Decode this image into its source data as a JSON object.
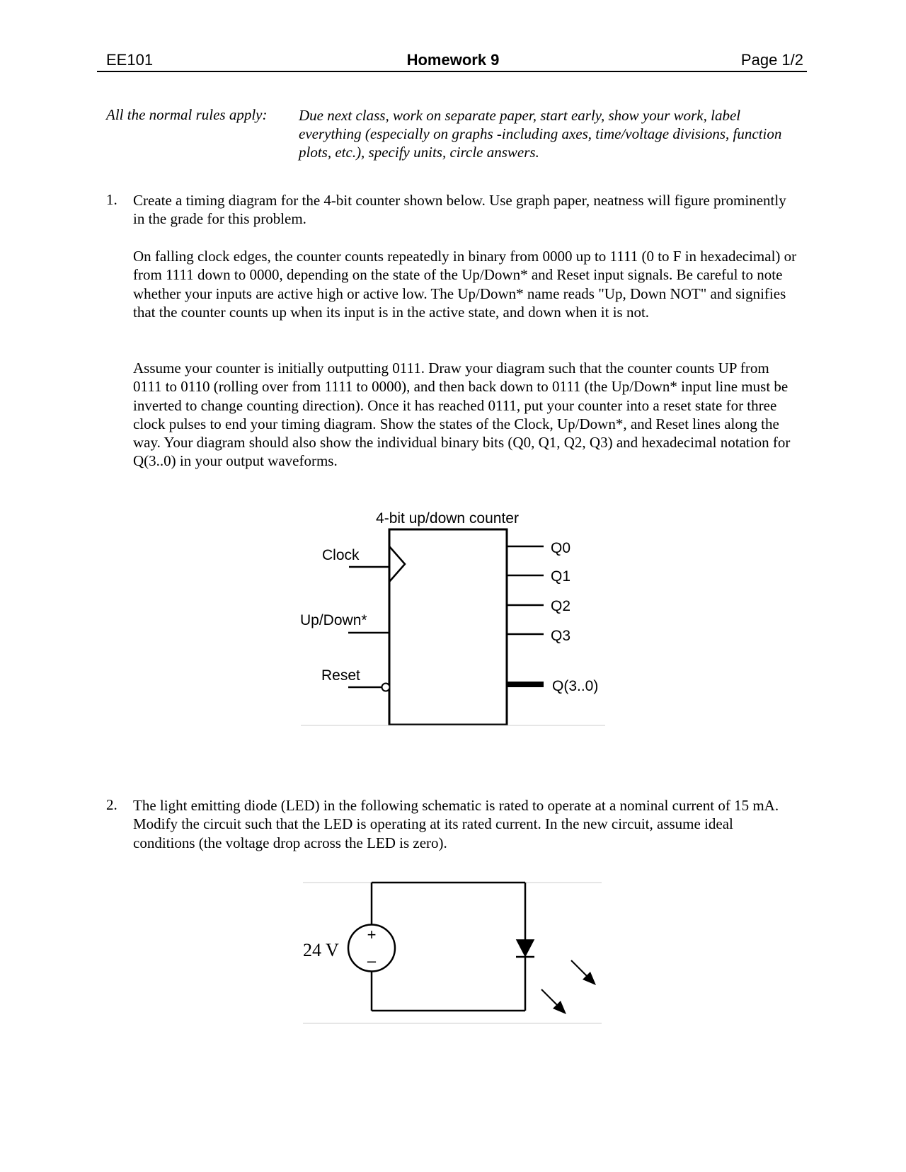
{
  "header": {
    "course": "EE101",
    "title": "Homework 9",
    "page": "Page 1/2"
  },
  "rules": {
    "label": "All the normal rules apply:",
    "text": "Due next class, work on separate paper, start early, show your work, label everything (especially on graphs -including axes, time/voltage divisions, function plots, etc.), specify units, circle answers."
  },
  "problems": [
    {
      "number": "1.",
      "paragraphs": [
        "Create a timing diagram for the 4-bit counter shown below.  Use graph paper, neatness will figure prominently in the grade for this problem.",
        "On falling clock edges, the counter counts repeatedly in binary from 0000 up to 1111 (0 to F in hexadecimal) or from 1111 down to 0000, depending on the state of the Up/Down* and Reset input signals.  Be careful to note whether your inputs are active high or active low.  The Up/Down* name reads \"Up, Down NOT\" and signifies that the counter counts up when its input is in the active state, and down when it is not.",
        "Assume your counter is initially outputting 0111.  Draw your diagram such that the counter counts UP from 0111 to 0110 (rolling over from 1111 to 0000), and then back down to 0111 (the Up/Down* input line must be inverted to change counting direction).  Once it has reached 0111, put your counter into a reset state for three clock pulses to end your timing diagram.  Show the states of the Clock, Up/Down*, and Reset lines along the way.  Your diagram should also show the individual binary bits (Q0, Q1, Q2, Q3) and hexadecimal notation for Q(3..0) in your output waveforms."
      ]
    },
    {
      "number": "2.",
      "paragraphs": [
        "The light emitting diode (LED) in the following schematic is rated to operate at a nominal current of 15 mA.  Modify the circuit such that the LED is operating at its rated current.  In the new circuit, assume ideal conditions (the voltage drop across the LED is zero)."
      ]
    }
  ],
  "counter_figure": {
    "title": "4-bit up/down counter",
    "inputs": [
      "Clock",
      "Up/Down*",
      "Reset"
    ],
    "outputs": [
      "Q0",
      "Q1",
      "Q2",
      "Q3",
      "Q(3..0)"
    ]
  },
  "led_figure": {
    "source_label": "24 V",
    "plus": "+",
    "minus": "–"
  }
}
